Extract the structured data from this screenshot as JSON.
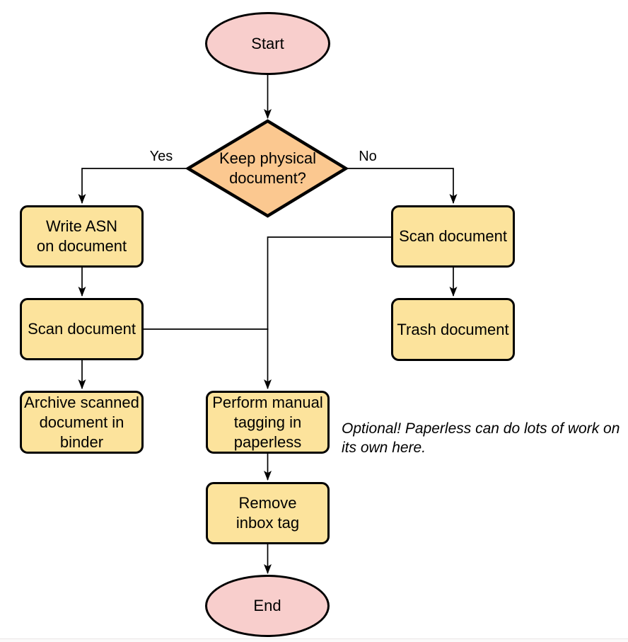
{
  "colors": {
    "terminal_fill": "#f8cecc",
    "decision_fill": "#fbc890",
    "process_fill": "#fce39c",
    "stroke": "#000000"
  },
  "nodes": {
    "start": {
      "label": "Start"
    },
    "decision": {
      "label": "Keep physical\ndocument?"
    },
    "write_asn": {
      "label": "Write ASN\non document"
    },
    "scan_left": {
      "label": "Scan document"
    },
    "archive": {
      "label": "Archive scanned\ndocument in\nbinder"
    },
    "scan_right": {
      "label": "Scan document"
    },
    "trash": {
      "label": "Trash document"
    },
    "perform_tagging": {
      "label": "Perform manual\ntagging in\npaperless"
    },
    "remove_inbox": {
      "label": "Remove\ninbox tag"
    },
    "end": {
      "label": "End"
    }
  },
  "edge_labels": {
    "yes": "Yes",
    "no": "No"
  },
  "note": {
    "text": "Optional! Paperless can do lots of work on\nits own here."
  }
}
